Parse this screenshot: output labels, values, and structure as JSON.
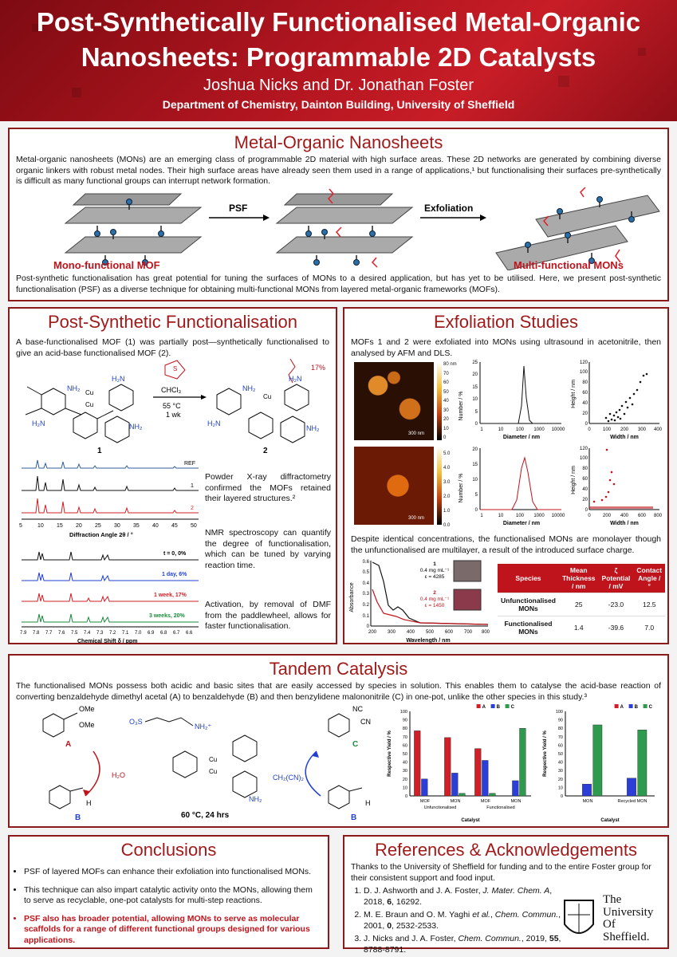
{
  "header": {
    "title_line1": "Post-Synthetically Functionalised Metal-Organic",
    "title_line2": "Nanosheets: Programmable 2D Catalysts",
    "authors": "Joshua Nicks and Dr. Jonathan Foster",
    "department": "Department of Chemistry, Dainton Building, University of Sheffield"
  },
  "mons": {
    "title": "Metal-Organic Nanosheets",
    "intro": "Metal-organic nanosheets (MONs) are an emerging class of programmable 2D material with high surface areas. These 2D networks are generated by combining diverse organic linkers with robust metal nodes. Their high surface areas have already seen them used in a range of applications,¹ but functionalising their surfaces pre-synthetically is difficult as many functional groups can interrupt network formation.",
    "arrow1": "PSF",
    "arrow2": "Exfoliation",
    "label_left": "Mono-functional MOF",
    "label_right": "Multi-functional MONs",
    "outro": "Post-synthetic functionalisation has great potential for tuning the surfaces of MONs to a desired application, but has yet to be utilised. Here, we present post-synthetic functionalisation (PSF) as a diverse technique for obtaining multi-functional MONs from layered metal-organic frameworks (MOFs)."
  },
  "psf": {
    "title": "Post-Synthetic Functionalisation",
    "intro": "A base-functionalised MOF (1) was partially post—synthetically functionalised to give an acid-base functionalised MOF (2).",
    "percent": "17%",
    "reagent": "CHCl₃",
    "conditions1": "55 °C",
    "conditions2": "1 wk",
    "label1": "1",
    "label2": "2",
    "xrd_labels": [
      "REF",
      "1",
      "2"
    ],
    "xrd_ticks": [
      "5",
      "10",
      "15",
      "20",
      "25",
      "30",
      "35",
      "40",
      "45",
      "50"
    ],
    "xrd_axis": "Diffraction Angle 2θ / °",
    "nmr_labels": [
      "t = 0, 0%",
      "1 day, 6%",
      "1 week, 17%",
      "3 weeks, 20%"
    ],
    "nmr_ticks": [
      "7.9",
      "7.8",
      "7.7",
      "7.6",
      "7.5",
      "7.4",
      "7.3",
      "7.2",
      "7.1",
      "7.0",
      "6.9",
      "6.8",
      "6.7",
      "6.6"
    ],
    "nmr_axis": "Chemical Shift δ / ppm",
    "text_xrd": "Powder X-ray diffractometry confirmed the MOFs retained their layered structures.²",
    "text_nmr": "NMR spectroscopy can quantify the degree of functionalisation, which can be tuned by varying reaction time.",
    "text_act": "Activation, by removal of DMF from the paddlewheel, allows for faster functionalisation."
  },
  "exfol": {
    "title": "Exfoliation Studies",
    "intro": "MOFs 1 and 2 were exfoliated into MONs using ultrasound in acetonitrile, then analysed by AFM and DLS.",
    "afm_scale_top": [
      "80 nm",
      "70",
      "60",
      "50",
      "40",
      "30",
      "20",
      "10",
      "0"
    ],
    "afm_scale_bot": [
      "5.0",
      "4.0",
      "3.0",
      "2.0",
      "1.0",
      "0.0"
    ],
    "scalebar": "300 nm",
    "dls_ylabel": "Number / %",
    "dls_xlabel": "Diameter / nm",
    "dls_xticks": [
      "1",
      "10",
      "100",
      "1000",
      "10000"
    ],
    "dls_yticks_top": [
      "0",
      "5",
      "10",
      "15",
      "20",
      "25"
    ],
    "dls_yticks_bot": [
      "0",
      "5",
      "10",
      "15",
      "20"
    ],
    "sc_ylabel": "Height / nm",
    "sc_xlabel": "Width / nm",
    "sc_yticks": [
      "0",
      "20",
      "40",
      "60",
      "80",
      "100",
      "120"
    ],
    "sc_xticks_top": [
      "0",
      "100",
      "200",
      "300",
      "400"
    ],
    "sc_xticks_bot": [
      "0",
      "200",
      "400",
      "600",
      "800"
    ],
    "mid_text": "Despite identical concentrations, the functionalised MONs are monolayer though the unfunctionalised are multilayer, a result of the introduced surface charge.",
    "abs_ylabel": "Absorbance",
    "abs_xlabel": "Wavelength / nm",
    "abs_xticks": [
      "200",
      "300",
      "400",
      "500",
      "600",
      "700",
      "800"
    ],
    "abs_yticks": [
      "0",
      "0.1",
      "0.2",
      "0.3",
      "0.4",
      "0.5",
      "0.6"
    ],
    "abs_label1": [
      "1",
      "0.4 mg mL⁻¹",
      "ε = 4285"
    ],
    "abs_label2": [
      "2",
      "0.4 mg mL⁻¹",
      "ε = 1450"
    ],
    "table": {
      "headers": [
        "Species",
        "Mean Thickness / nm",
        "ζ Potential / mV",
        "Contact Angle / °"
      ],
      "rows": [
        [
          "Unfunctionalised MONs",
          "25",
          "-23.0",
          "12.5"
        ],
        [
          "Functionalised MONs",
          "1.4",
          "-39.6",
          "7.0"
        ]
      ]
    }
  },
  "tandem": {
    "title": "Tandem Catalysis",
    "intro": "The functionalised MONs possess both acidic and basic sites that are easily accessed by species in solution. This enables them to catalyse the acid-base reaction of converting benzaldehyde dimethyl acetal (A) to benzaldehyde (B) and then benzylidene malononitrile (C) in one-pot, unlike the other species in this study.³",
    "label_A": "A",
    "label_B": "B",
    "label_B2": "B",
    "label_C": "C",
    "h2o": "H₂O",
    "ch2cn2": "CH₂(CN)₂",
    "conditions": "60 °C, 24 hrs",
    "ome1": "OMe",
    "ome2": "OMe"
  },
  "chart_data": [
    {
      "type": "bar",
      "categories": [
        "MOF",
        "MON",
        "MOF",
        "MON"
      ],
      "groups": [
        "Unfunctionalised",
        "Functionalised"
      ],
      "series": [
        {
          "name": "A",
          "values": [
            77,
            69,
            56,
            0
          ]
        },
        {
          "name": "B",
          "values": [
            20,
            27,
            42,
            18
          ]
        },
        {
          "name": "C",
          "values": [
            0,
            3,
            3,
            80
          ]
        }
      ],
      "ylabel": "Respective Yield / %",
      "xlabel": "Catalyst",
      "ylim": [
        0,
        100
      ],
      "yticks": [
        "0",
        "10",
        "20",
        "30",
        "40",
        "50",
        "60",
        "70",
        "80",
        "90",
        "100"
      ]
    },
    {
      "type": "bar",
      "categories": [
        "MON",
        "Recycled MON"
      ],
      "series": [
        {
          "name": "A",
          "values": [
            0,
            0
          ]
        },
        {
          "name": "B",
          "values": [
            14,
            21
          ]
        },
        {
          "name": "C",
          "values": [
            84,
            78
          ]
        }
      ],
      "ylabel": "Respective Yield / %",
      "xlabel": "Catalyst",
      "ylim": [
        0,
        100
      ],
      "yticks": [
        "0",
        "10",
        "20",
        "30",
        "40",
        "50",
        "60",
        "70",
        "80",
        "90",
        "100"
      ]
    }
  ],
  "conclusions": {
    "title": "Conclusions",
    "items": [
      "PSF of layered MOFs can enhance their exfoliation into functionalised MONs.",
      "This technique can also impart catalytic activity onto the MONs, allowing them to serve as recyclable, one-pot catalysts for multi-step reactions.",
      "PSF also has broader potential, allowing MONs to serve as molecular scaffolds for a range of different functional groups designed for various applications."
    ]
  },
  "refs": {
    "title": "References & Acknowledgements",
    "thanks": "Thanks to the University of Sheffield for funding and to the entire Foster group for their consistent support and food input.",
    "r1a": "D. J. Ashworth and J. A. Foster, ",
    "r1b": "J. Mater. Chem. A",
    "r1c": ", 2018, ",
    "r1d": "6",
    "r1e": ", 16292.",
    "r2a": "M. E. Braun and O. M. Yaghi ",
    "r2b": "et al.",
    "r2c": ", ",
    "r2d": "Chem. Commun.",
    "r2e": ", 2001, ",
    "r2f": "0",
    "r2g": ", 2532-2533.",
    "r3a": "J. Nicks and J. A. Foster, ",
    "r3b": "Chem. Commun.",
    "r3c": ", 2019, ",
    "r3d": "55",
    "r3e": ", 8788-8791.",
    "logo": [
      "The",
      "University",
      "Of",
      "Sheffield."
    ]
  },
  "colors": {
    "accent": "#a11a1a",
    "blue": "#1f3fd0",
    "green": "#2d9a4e",
    "red": "#d01f26"
  }
}
